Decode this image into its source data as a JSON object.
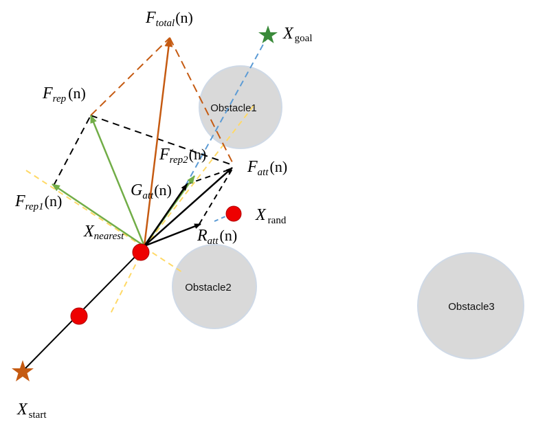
{
  "colors": {
    "obstacle_fill": "#d9d9d9",
    "obstacle_stroke": "#cfd9e6",
    "repulsive": "#71ad47",
    "total": "#c55a11",
    "goal_line": "#5b9bd5",
    "tangent_line": "#ffd966",
    "black": "#000000",
    "node": "#ee0000",
    "goal_star": "#3a8a3a",
    "start_star": "#c55a11"
  },
  "obstacles": {
    "o1": "Obstacle1",
    "o2": "Obstacle2",
    "o3": "Obstacle3"
  },
  "labels": {
    "f_total_main": "F",
    "f_total_sub": "total",
    "f_rep_main": "F",
    "f_rep_sub": "rep",
    "f_rep1_main": "F",
    "f_rep1_sub": "rep1",
    "f_rep2_main": "F",
    "f_rep2_sub": "rep2",
    "f_att_main": "F",
    "f_att_sub": "att",
    "g_att_main": "G",
    "g_att_sub": "att",
    "r_att_main": "R",
    "r_att_sub": "att",
    "arg": "(n)",
    "x_goal_main": "X",
    "x_goal_sub": "goal",
    "x_rand_main": "X",
    "x_rand_sub": "rand",
    "x_nearest_main": "X",
    "x_nearest_sub": "nearest",
    "x_start_main": "X",
    "x_start_sub": "start"
  }
}
